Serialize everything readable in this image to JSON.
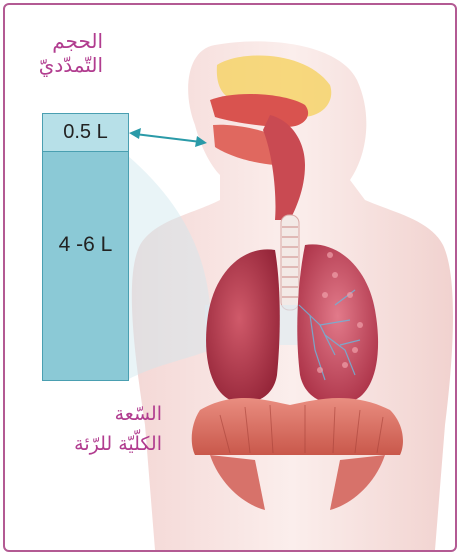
{
  "labels": {
    "tidal_volume_line1": "الحجم",
    "tidal_volume_line2": "التّمدّديّ",
    "tidal_value": "0.5 L",
    "capacity_value": "4 -6 L",
    "capacity_line1": "السّعة",
    "capacity_line2": "الكلّيّة للرّئة"
  },
  "colors": {
    "frame": "#b35a93",
    "label_text": "#b13c8f",
    "bar_fill": "#8bc9d6",
    "bar_top_fill": "#b7e0e8",
    "arrow": "#2a9aa8"
  },
  "icons": [
    "respiratory-system-illustration",
    "double-headed-arrow"
  ]
}
